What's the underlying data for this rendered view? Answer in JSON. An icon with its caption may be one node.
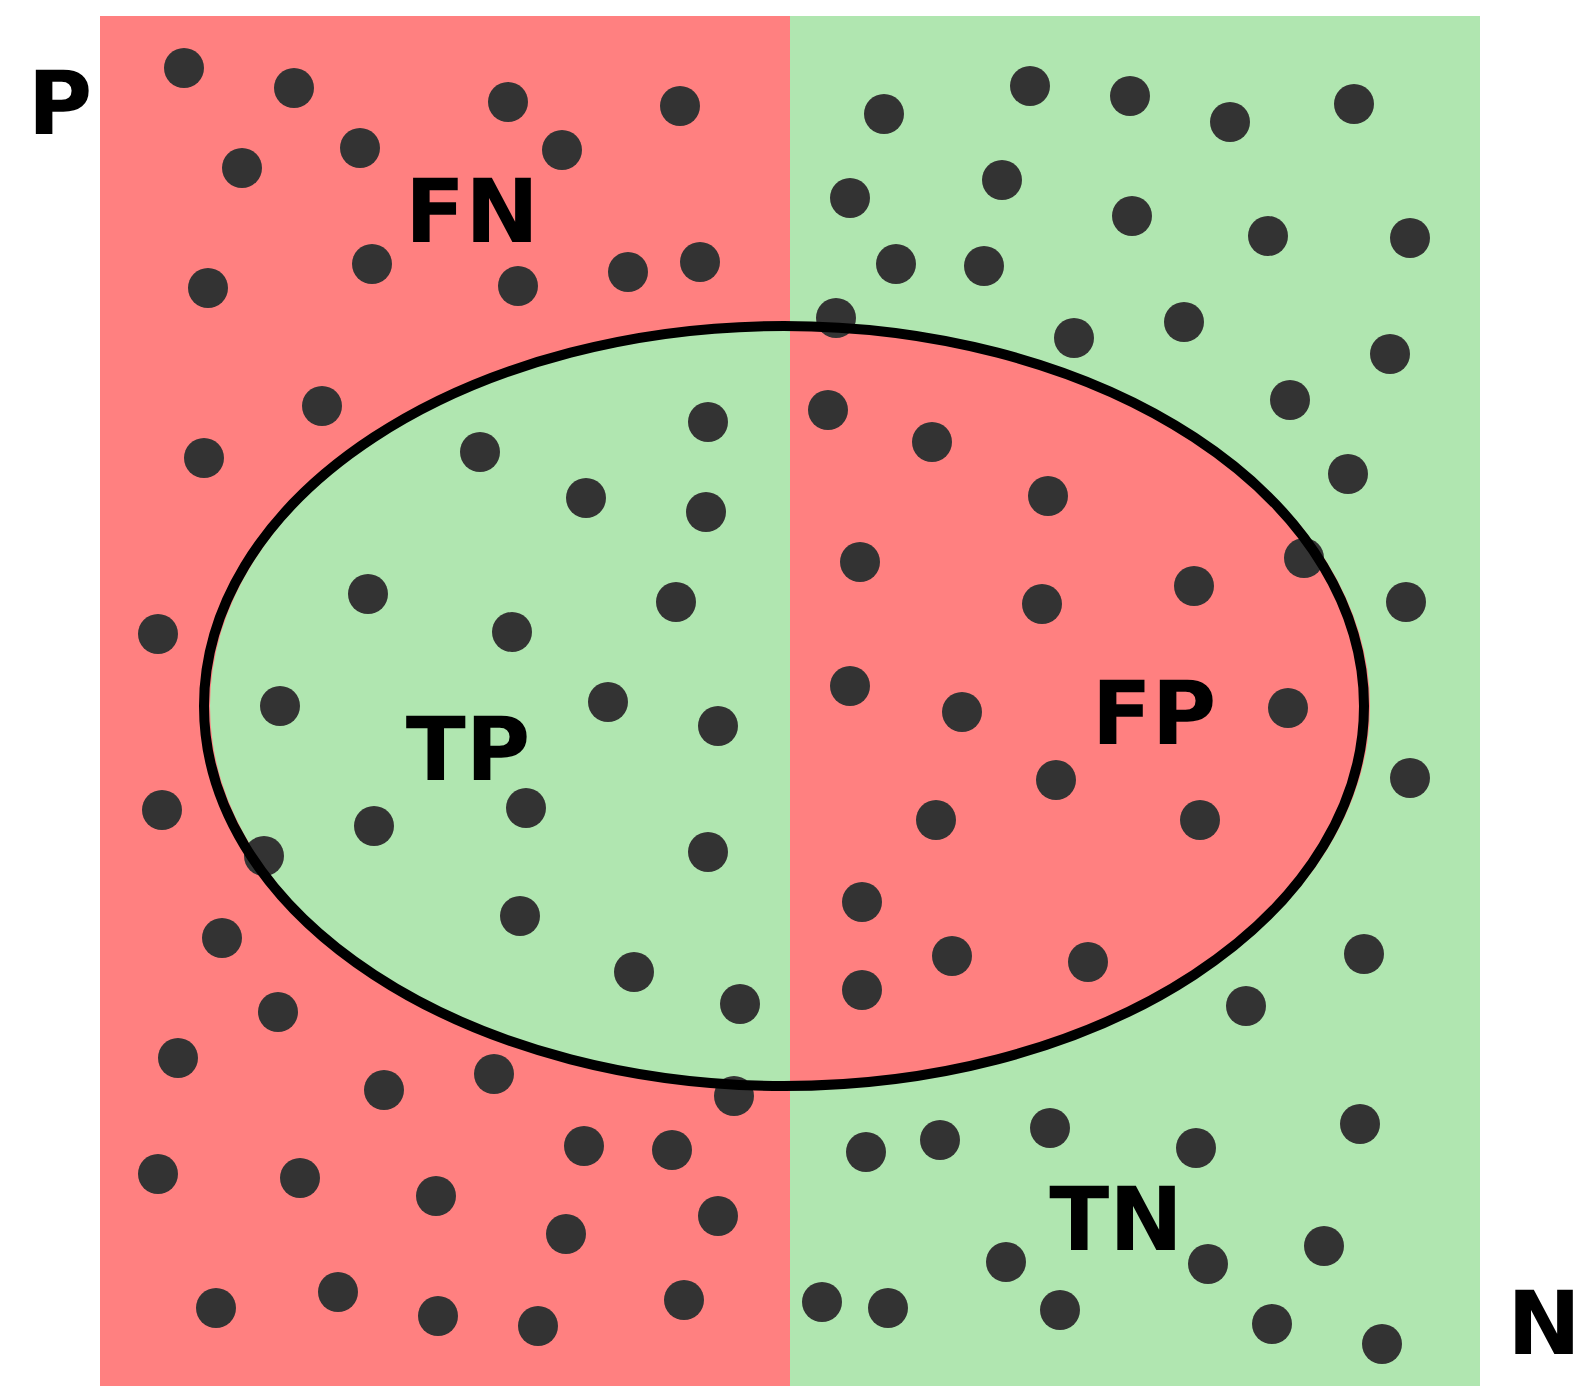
{
  "diagram": {
    "labels": [
      "P",
      "FN",
      "TP",
      "FP",
      "TN",
      "N"
    ]
  }
}
